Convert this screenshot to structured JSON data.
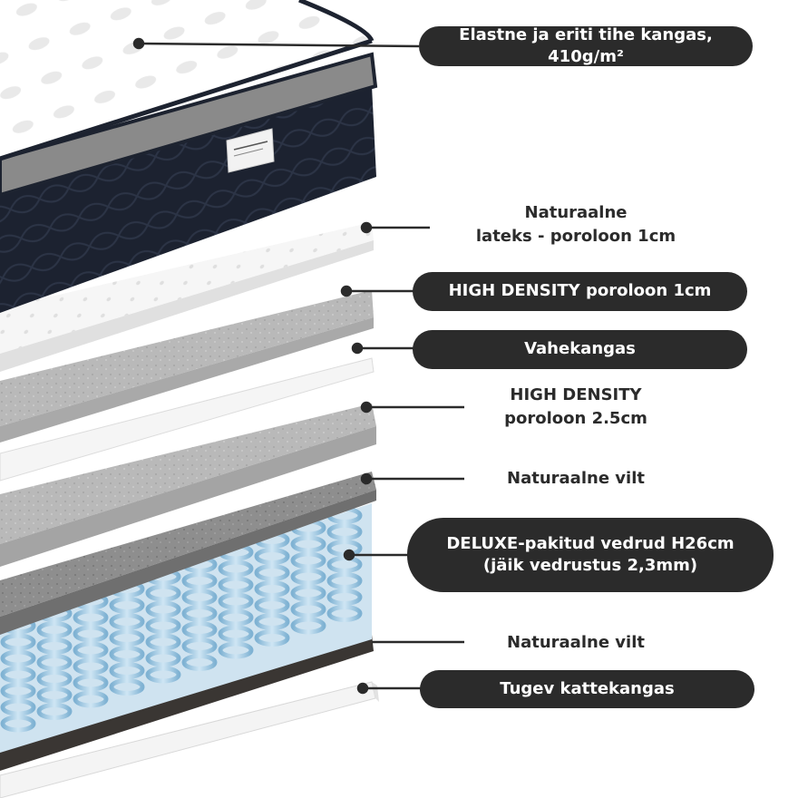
{
  "labels": {
    "fabric": "Elastne ja eriti tihe kangas, 410g/m²",
    "latex_line1": "Naturaalne",
    "latex_line2": "lateks - poroloon 1cm",
    "hd_foam_1": "HIGH DENSITY poroloon 1cm",
    "separator": "Vahekangas",
    "hd_foam_2_line1": "HIGH DENSITY",
    "hd_foam_2_line2": "poroloon 2.5cm",
    "felt_top": "Naturaalne vilt",
    "springs_line1": "DELUXE-pakitud vedrud H26cm",
    "springs_line2": "(jäik vedrustus 2,3mm)",
    "felt_bottom": "Naturaalne vilt",
    "bottom_cover": "Tugev kattekangas"
  },
  "colors": {
    "pill_bg": "#2b2b2b",
    "pill_text": "#ffffff",
    "plain_text": "#2b2b2b",
    "mattress_dark": "#1d2330",
    "spring_blue": "#a9cfe6",
    "felt_dark": "#3a3633",
    "foam_gray": "#bdbdbd"
  }
}
